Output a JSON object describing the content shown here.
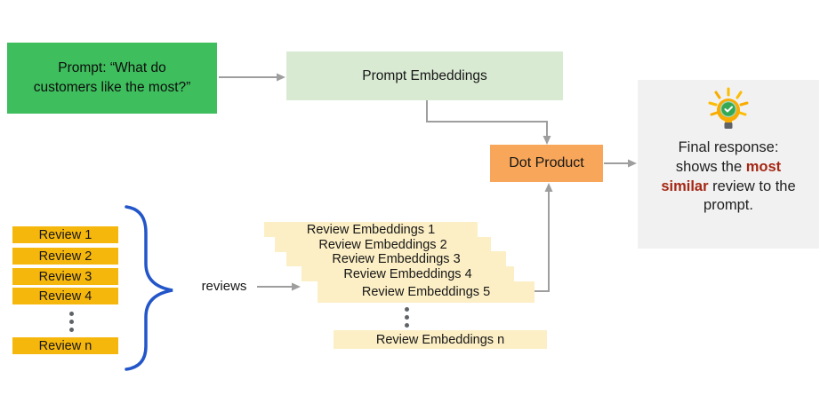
{
  "prompt_box": {
    "line1": "Prompt: “What do",
    "line2": "customers like the most?”"
  },
  "prompt_embeddings_label": "Prompt Embeddings",
  "dot_product_label": "Dot Product",
  "reviews_label": "reviews",
  "review_boxes": [
    "Review 1",
    "Review 2",
    "Review 3",
    "Review 4",
    "Review n"
  ],
  "embedding_boxes": [
    "Review Embeddings 1",
    "Review Embeddings 2",
    "Review Embeddings 3",
    "Review Embeddings 4",
    "Review Embeddings 5",
    "Review Embeddings n"
  ],
  "final_response": {
    "l1": "Final response:",
    "l2a": "shows the ",
    "l2b": "most",
    "l3a": "similar",
    "l3b": " review to the",
    "l4": "prompt."
  },
  "icons": {
    "lightbulb": "lightbulb-check-icon"
  },
  "colors": {
    "prompt_green": "#3ebe5d",
    "embedding_light_green": "#d9ead3",
    "dot_product_orange": "#f8a75a",
    "review_gold": "#f6b70d",
    "embedding_cream": "#fcefc5",
    "final_card_gray": "#f1f1f1",
    "highlight_red": "#a52714",
    "brace_blue": "#2356c9",
    "arrow_gray": "#9e9e9e"
  }
}
